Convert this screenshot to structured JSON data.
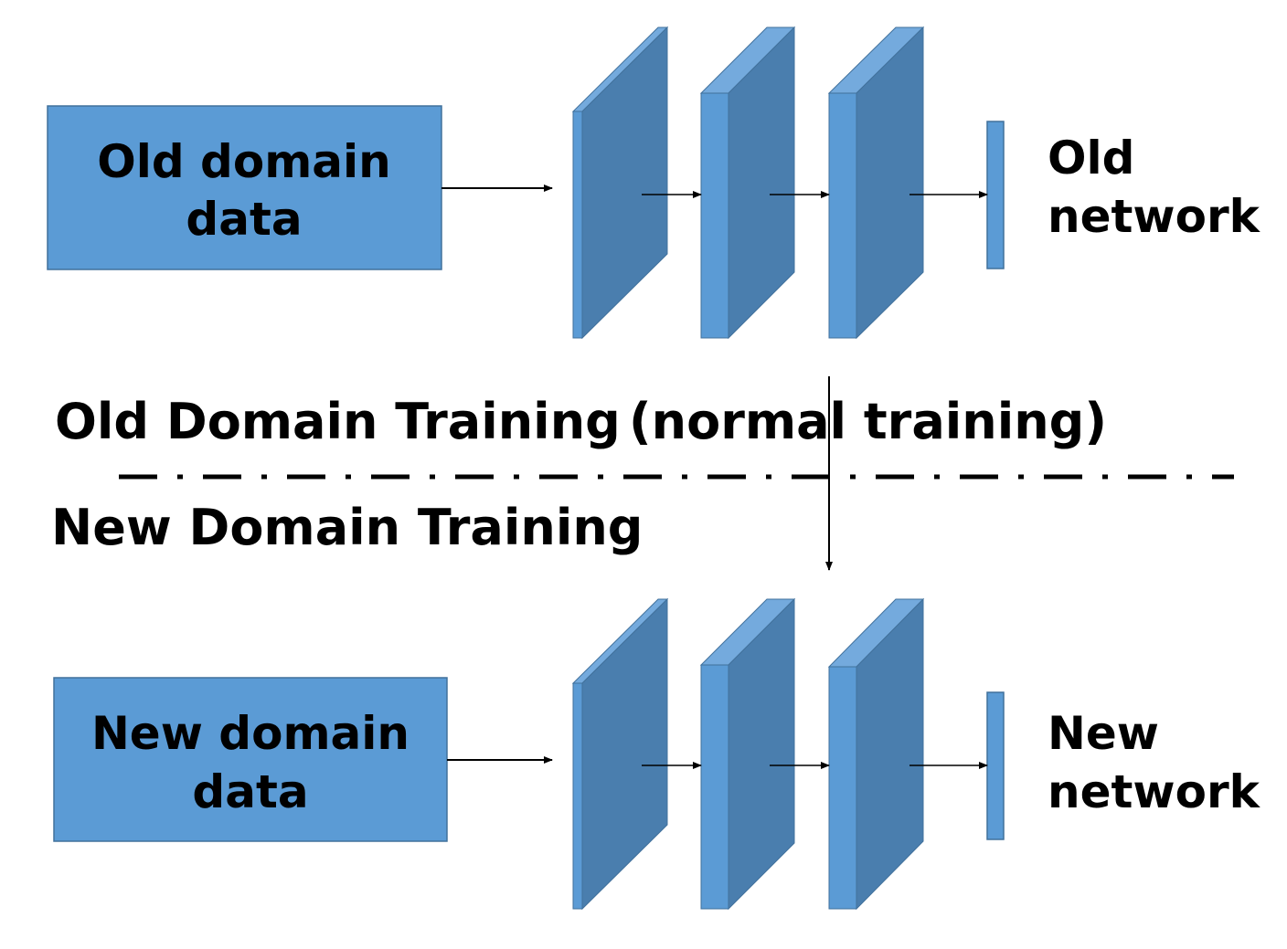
{
  "colors": {
    "box_fill": "#5B9BD5",
    "box_stroke": "#41719C",
    "layer_front": "#5B9BD5",
    "layer_side": "#4A7EAE",
    "layer_top": "#74AADD",
    "arrow": "#000000"
  },
  "old_section": {
    "data_box_line1": "Old domain",
    "data_box_line2": "data",
    "network_line1": "Old",
    "network_line2": "network"
  },
  "divider": {
    "old_title": "Old Domain Training",
    "old_subtitle": "(normal training)",
    "new_title": "New Domain Training"
  },
  "new_section": {
    "data_box_line1": "New domain",
    "data_box_line2": "data",
    "network_line1": "New",
    "network_line2": "network"
  }
}
